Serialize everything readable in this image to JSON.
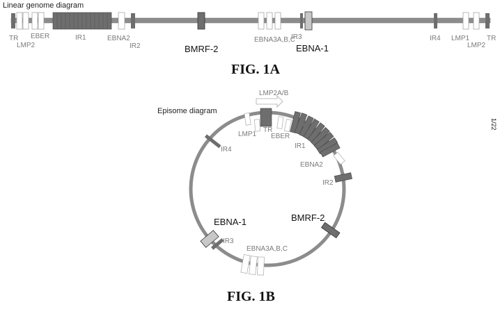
{
  "linear": {
    "title": "Linear genome diagram",
    "labels": {
      "tr_left": "TR",
      "lmp2_left": "LMP2",
      "eber": "EBER",
      "ir1": "IR1",
      "ebna2": "EBNA2",
      "ir2": "IR2",
      "bmrf2": "BMRF-2",
      "ebna3": "EBNA3A,B,C",
      "ir3": "IR3",
      "ebna1": "EBNA-1",
      "ir4": "IR4",
      "lmp1": "LMP1",
      "lmp2_right": "LMP2",
      "tr_right": "TR"
    },
    "caption": "FIG. 1A"
  },
  "episome": {
    "title": "Episome diagram",
    "labels": {
      "lmp2ab": "LMP2A/B",
      "lmp1": "LMP1",
      "tr": "TR",
      "eber": "EBER",
      "ir1": "IR1",
      "ebna2": "EBNA2",
      "ir2": "IR2",
      "ir4": "IR4",
      "bmrf2": "BMRF-2",
      "ebna1": "EBNA-1",
      "ir3": "IR3",
      "ebna3": "EBNA3A,B,C"
    },
    "caption": "FIG. 1B"
  },
  "page_number": "1/22",
  "colors": {
    "backbone": "#8c8c8c",
    "dark_block": "#6e6e6e",
    "ebna1_fill": "#c8c8c8",
    "outline": "#444444",
    "label_gray": "#7a7a7a",
    "label_black": "#111111"
  }
}
